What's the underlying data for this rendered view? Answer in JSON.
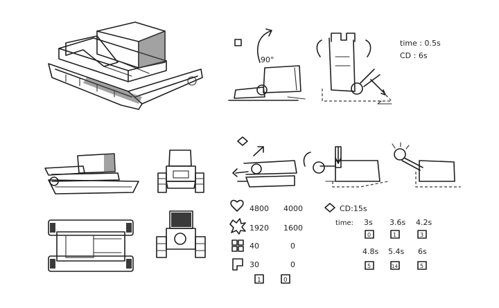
{
  "timing_panel": {
    "rotation_label": "90°",
    "time_label": "time : 0.5s",
    "cd_label": "CD : 6s"
  },
  "stats": {
    "health": {
      "icon": "heart-icon",
      "value_a": "4800",
      "value_b": "4000"
    },
    "attack": {
      "icon": "burst-icon",
      "value_a": "1920",
      "value_b": "1600"
    },
    "armor": {
      "icon": "grid-icon",
      "value_a": "40",
      "value_b": "0"
    },
    "speed": {
      "icon": "flag-icon",
      "value_a": "30",
      "value_b": "0"
    },
    "box_labels": [
      "1",
      "0"
    ]
  },
  "skill_panel": {
    "cd_label": "CD:15s",
    "time_prefix": "time:",
    "times_row1": [
      "3s",
      "3.6s",
      "4.2s"
    ],
    "boxes_row1": [
      "0",
      "1",
      "3"
    ],
    "times_row2": [
      "4.8s",
      "5.4s",
      "6s"
    ],
    "boxes_row2": [
      "5",
      "14",
      "5"
    ]
  }
}
